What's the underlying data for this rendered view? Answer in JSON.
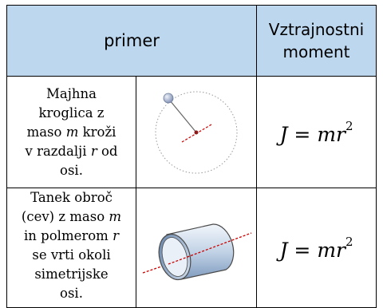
{
  "header": {
    "example": "primer",
    "moment_line1": "Vztrajnostni",
    "moment_line2": "moment"
  },
  "rows": [
    {
      "desc_lines": [
        {
          "t": "Majhna"
        },
        {
          "t": "kroglica z"
        },
        {
          "pre": "maso ",
          "sym": "m",
          "post": " kroži"
        },
        {
          "pre": "v razdalji ",
          "sym": "r",
          "post": " od"
        },
        {
          "t": "osi."
        }
      ],
      "formula": {
        "lhs": "J",
        "eq": " = ",
        "var1": "m",
        "var2": "r",
        "exp": "2"
      },
      "icon": "ball-orbit-icon",
      "colors": {
        "ball": "#a8b4d0",
        "string": "#666666",
        "axis": "#cc0000",
        "orbit": "#9a9a9a"
      }
    },
    {
      "desc_lines": [
        {
          "t": "Tanek obroč"
        },
        {
          "pre": "(cev) z maso ",
          "sym": "m",
          "post": ""
        },
        {
          "pre": "in polmerom ",
          "sym": "r",
          "post": ""
        },
        {
          "t": "se vrti okoli"
        },
        {
          "t": "simetrijske"
        },
        {
          "t": "osi."
        }
      ],
      "formula": {
        "lhs": "J",
        "eq": " = ",
        "var1": "m",
        "var2": "r",
        "exp": "2"
      },
      "icon": "hoop-tube-icon",
      "colors": {
        "tube_light": "#e6eef7",
        "tube_mid": "#c2d3e6",
        "tube_dark": "#7f9bbf",
        "axis": "#cc0000"
      }
    }
  ]
}
